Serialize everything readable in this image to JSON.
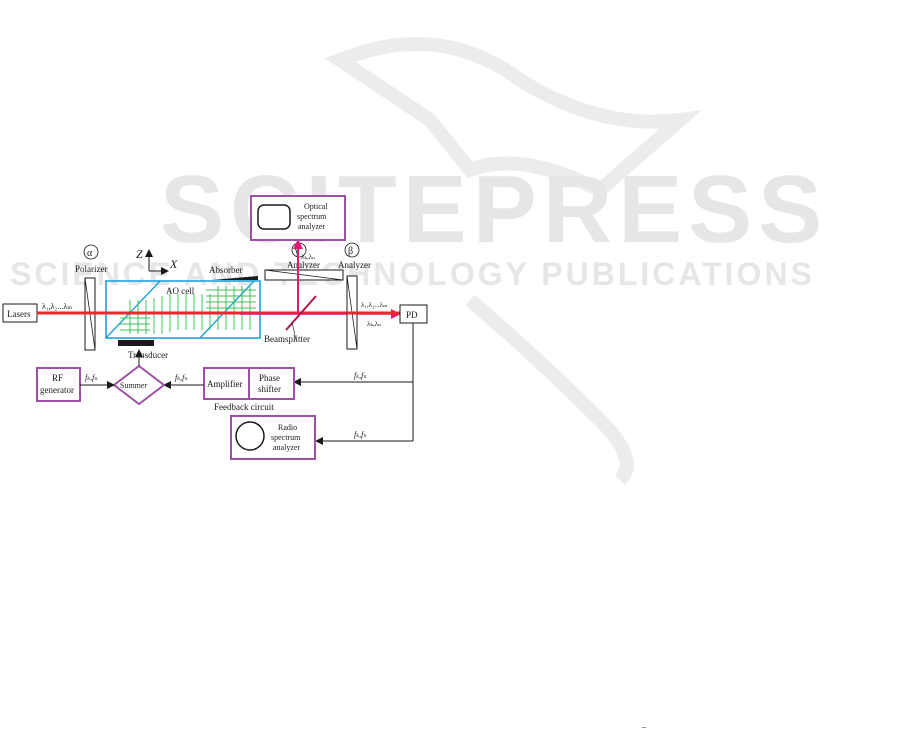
{
  "watermark": {
    "main": "SCITEPRESS",
    "sub": "SCIENCE AND TECHNOLOGY PUBLICATIONS"
  },
  "diagram": {
    "axes": {
      "z": "Z",
      "x": "X"
    },
    "polarizer": {
      "symbol": "α",
      "label": "Polarizer"
    },
    "analyzer_gamma": {
      "symbol": "γ",
      "label": "Analyzer"
    },
    "analyzer_beta": {
      "symbol": "β",
      "label": "Analyzer"
    },
    "lasers": "Lasers",
    "input_wavelengths": "λ₁,λ₂...λₘ",
    "ao_cell": "AO cell",
    "absorber": "Absorber",
    "transducer": "Transducer",
    "beamsplitter": "Beamsplitter",
    "pd": "PD",
    "lambda_up": "λₖ,λₙ",
    "lambda_right_top": "λ₁,λ₂...λₘ",
    "lambda_right_bottom": "λₖ,λₙ",
    "optical_spectrum_analyzer": [
      "Optical",
      "spectrum",
      "analyzer"
    ],
    "rf_generator": [
      "RF",
      "generator"
    ],
    "summer": "Summer",
    "amplifier": "Amplifier",
    "phase_shifter": [
      "Phase",
      "shifter"
    ],
    "feedback_circuit": "Feedback circuit",
    "radio_spectrum_analyzer": [
      "Radio",
      "spectrum",
      "analyzer"
    ],
    "freq_rf": "fₖ,fₙ",
    "freq_amp": "fₖ,fₙ",
    "freq_pd": "fₖ,fₙ",
    "freq_radio": "fₖ,fₙ"
  },
  "colors": {
    "laser_beam": "#e8282e",
    "output_beam": "#e6176f",
    "ao_cell_border": "#1ea3dc",
    "acoustic_waves": "#3cc35a",
    "module_border": "#a04fa6"
  },
  "page_number_mark": "‾"
}
